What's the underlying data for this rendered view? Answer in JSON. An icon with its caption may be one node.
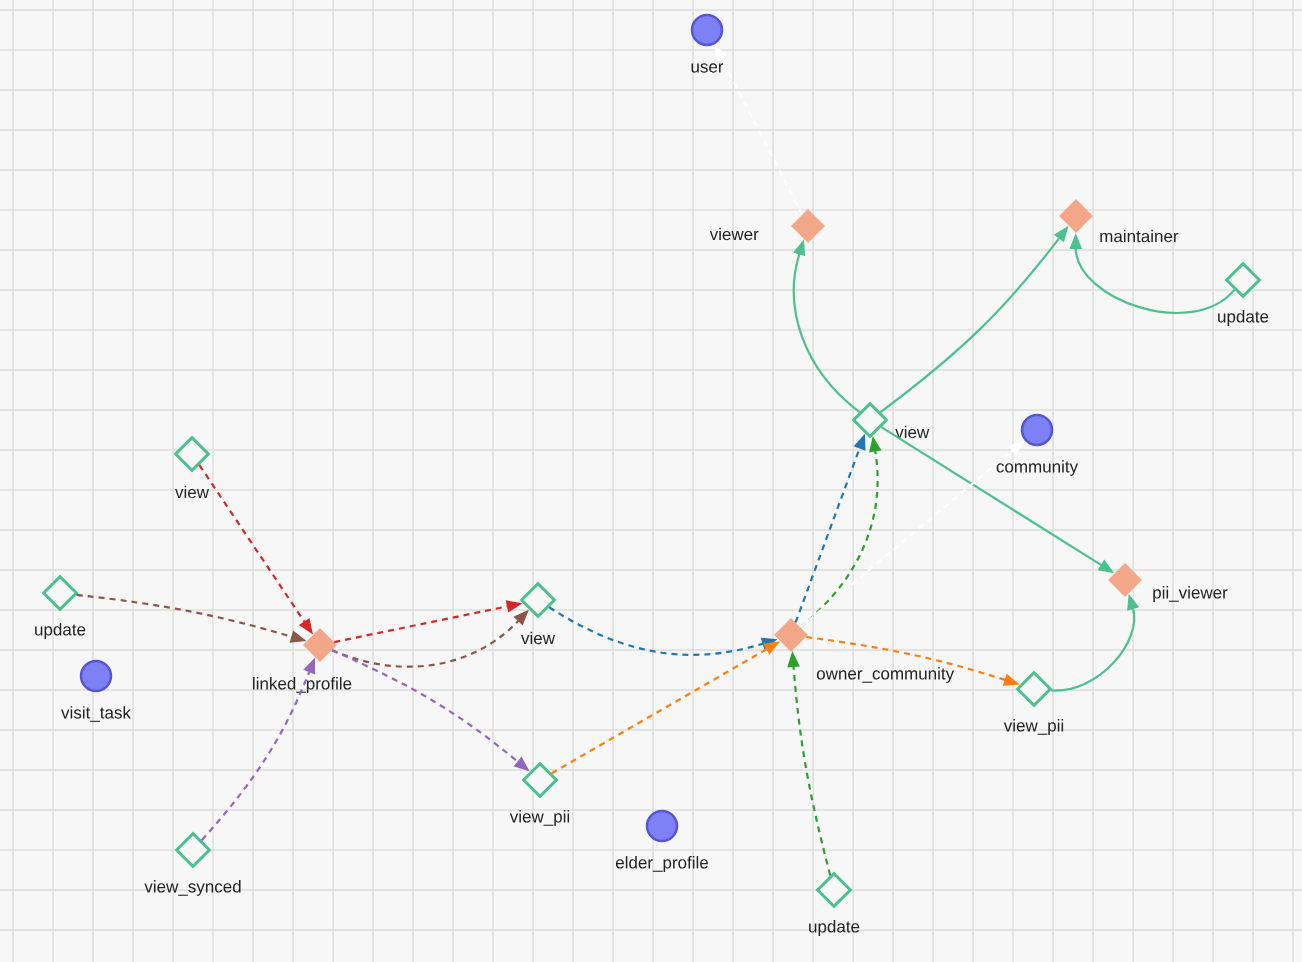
{
  "diagram": {
    "nodes": [
      {
        "text": [
          "user"
        ]
      },
      {
        "text": [
          "viewer"
        ]
      },
      {
        "text": [
          "maintainer"
        ]
      },
      {
        "text": [
          "update"
        ]
      },
      {
        "text": [
          "view"
        ]
      },
      {
        "text": [
          "community"
        ]
      },
      {
        "text": [
          "view"
        ]
      },
      {
        "text": [
          "update"
        ]
      },
      {
        "text": [
          "linked_profile"
        ]
      },
      {
        "text": [
          "view"
        ]
      },
      {
        "text": [
          "owner_community"
        ]
      },
      {
        "text": [
          "pii_viewer"
        ]
      },
      {
        "text": [
          "visit_task"
        ]
      },
      {
        "text": [
          "view_pii"
        ]
      },
      {
        "text": [
          "view_pii"
        ]
      },
      {
        "text": [
          "elder_profile"
        ]
      },
      {
        "text": [
          "view_synced"
        ]
      },
      {
        "text": [
          "update"
        ]
      }
    ],
    "edges": [
      {
        "from": 4,
        "to": 1,
        "arrow": "to"
      },
      {
        "from": 4,
        "to": 2,
        "arrow": "to"
      },
      {
        "from": 3,
        "to": 2,
        "arrow": "to"
      },
      {
        "from": 4,
        "to": 11,
        "arrow": "to"
      },
      {
        "from": 13,
        "to": 11,
        "arrow": "to"
      },
      {
        "from": 6,
        "to": 8,
        "arrow": "to",
        "style": "dashed",
        "color": "#d62728"
      },
      {
        "from": 7,
        "to": 8,
        "arrow": "to",
        "style": "dashed",
        "color": "#8c564b"
      },
      {
        "from": 8,
        "to": 9,
        "arrow": "to",
        "style": "dashed",
        "color": "#8c564b"
      },
      {
        "from": 8,
        "to": 9,
        "arrow": "to",
        "style": "dashed",
        "color": "#d62728"
      },
      {
        "from": 16,
        "to": 8,
        "arrow": "to",
        "style": "dashed",
        "color": "#9467bd"
      },
      {
        "from": 8,
        "to": 14,
        "arrow": "to",
        "style": "dashed",
        "color": "#9467bd"
      },
      {
        "from": 9,
        "to": 10,
        "arrow": "to",
        "style": "dashed",
        "color": "#1f77b4"
      },
      {
        "from": 14,
        "to": 10,
        "arrow": "to",
        "style": "dashed",
        "color": "#ff7f0e"
      },
      {
        "from": 10,
        "to": 4,
        "arrow": "to",
        "style": "dashed",
        "color": "#2ca02c"
      },
      {
        "from": 10,
        "to": 4,
        "arrow": "to",
        "style": "dashed",
        "color": "#1f77b4"
      },
      {
        "from": 17,
        "to": 10,
        "arrow": "to",
        "style": "dashed",
        "color": "#2ca02c"
      },
      {
        "from": 10,
        "to": 13,
        "arrow": "to",
        "style": "dashed",
        "color": "#ff7f0e"
      },
      {
        "from": 1,
        "to": 0,
        "arrow": "to",
        "style": "dashed",
        "color": "#ffffff"
      },
      {
        "from": 10,
        "to": 5,
        "arrow": "to",
        "style": "dashed",
        "color": "#ffffff"
      }
    ]
  }
}
